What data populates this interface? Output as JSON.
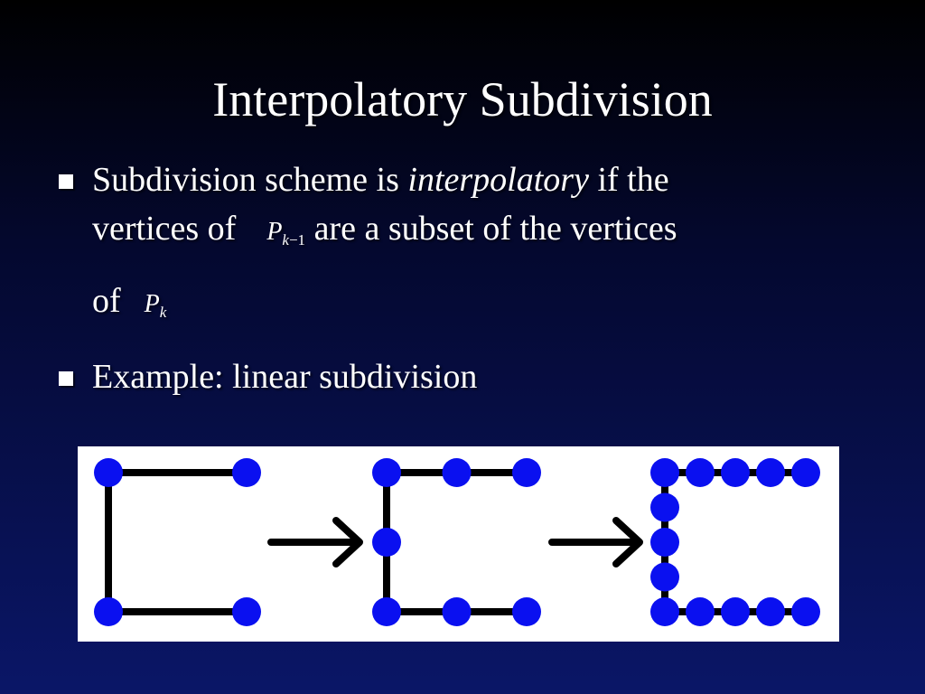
{
  "slide": {
    "title": "Interpolatory Subdivision",
    "bullet_1": {
      "part1": "Subdivision scheme is ",
      "emphasis": "interpolatory",
      "part2": " if the",
      "line2_start": "vertices of",
      "line2_end": "are a subset of the vertices",
      "line3_start": "of"
    },
    "math": {
      "p_symbol": "P",
      "sub_k_minus_1": "k",
      "sub_minus_1": "−1",
      "sub_k": "k"
    },
    "bullet_2": "Example: linear subdivision"
  },
  "colors": {
    "vertex": "#0a10f0",
    "edge": "#000000",
    "figure_background": "#ffffff"
  },
  "icons": [
    "bullet-square-icon",
    "arrow-right-icon"
  ]
}
